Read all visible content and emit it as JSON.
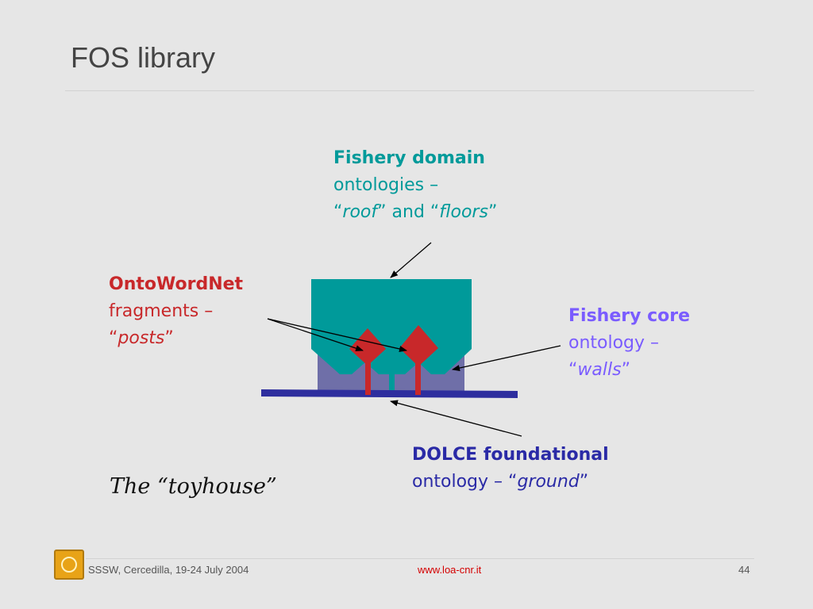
{
  "slide": {
    "title": "FOS library",
    "labels": {
      "domain": {
        "line1": "Fishery domain",
        "line2": "ontologies –",
        "q1": "“",
        "roof": "roof",
        "mid": "” and “",
        "floors": "floors",
        "q2": "”"
      },
      "ontowordnet": {
        "line1": "OntoWordNet",
        "line2": "fragments –",
        "q1": "“",
        "posts": "posts",
        "q2": "”"
      },
      "core": {
        "line1": "Fishery core",
        "line2": "ontology –",
        "q1": "“",
        "walls": "walls",
        "q2": "”"
      },
      "dolce": {
        "line1": "DOLCE foundational",
        "prefix": "ontology – “",
        "ground": "ground",
        "q2": "”"
      }
    },
    "caption": "The “toyhouse”"
  },
  "footer": {
    "left": "SSSW, Cercedilla, 19-24 July 2004",
    "center": "www.loa-cnr.it",
    "page_number": "44"
  },
  "colors": {
    "roof": "#009a9a",
    "walls": "#6f6fa8",
    "ground": "#2e2e9e",
    "posts": "#c8282a",
    "background": "#e6e6e6"
  }
}
